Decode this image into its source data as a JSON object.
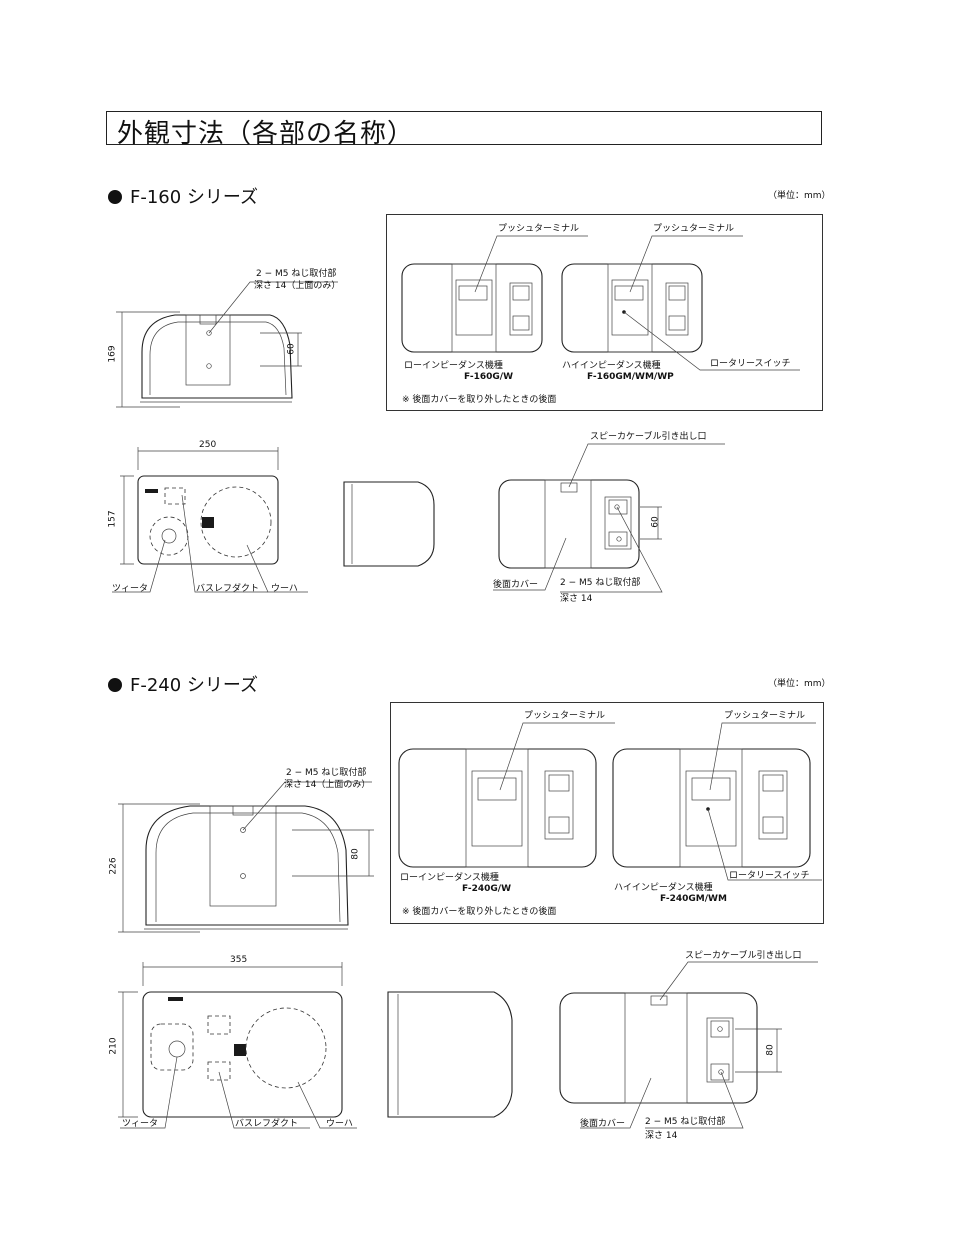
{
  "page_title": "外観寸法（各部の名称）",
  "unit_label": "（単位：mm）",
  "sections": [
    {
      "heading": "F-160 シリーズ",
      "top_view": {
        "mount_label": "2 − M5 ねじ取付部",
        "mount_depth": "深さ 14（上面のみ）",
        "height_dim": "169",
        "hole_dim": "60"
      },
      "rear_panel": {
        "push_terminal": "プッシュターミナル",
        "low_model_label": "ローインピーダンス機種",
        "low_model": "F-160G/W",
        "high_model_label": "ハイインピーダンス機種",
        "high_model": "F-160GM/WM/WP",
        "rotary_switch": "ロータリースイッチ",
        "note": "※ 後面カバーを取り外したときの後面"
      },
      "front_view": {
        "width_dim": "250",
        "height_dim": "157",
        "tweeter": "ツィータ",
        "bass_reflex": "バスレフダクト",
        "woofer": "ウーハ"
      },
      "back_view": {
        "cable_outlet": "スピーカケーブル引き出し口",
        "rear_cover": "後面カバー",
        "mount_label": "2 − M5 ねじ取付部",
        "mount_depth": "深さ 14",
        "hole_dim": "60"
      }
    },
    {
      "heading": "F-240 シリーズ",
      "top_view": {
        "mount_label": "2 − M5 ねじ取付部",
        "mount_depth": "深さ 14（上面のみ）",
        "height_dim": "226",
        "hole_dim": "80"
      },
      "rear_panel": {
        "push_terminal": "プッシュターミナル",
        "low_model_label": "ローインピーダンス機種",
        "low_model": "F-240G/W",
        "high_model_label": "ハイインピーダンス機種",
        "high_model": "F-240GM/WM",
        "rotary_switch": "ロータリースイッチ",
        "note": "※ 後面カバーを取り外したときの後面"
      },
      "front_view": {
        "width_dim": "355",
        "height_dim": "210",
        "tweeter": "ツィータ",
        "bass_reflex": "バスレフダクト",
        "woofer": "ウーハ"
      },
      "back_view": {
        "cable_outlet": "スピーカケーブル引き出し口",
        "rear_cover": "後面カバー",
        "mount_label": "2 − M5 ねじ取付部",
        "mount_depth": "深さ 14",
        "hole_dim": "80"
      }
    }
  ]
}
